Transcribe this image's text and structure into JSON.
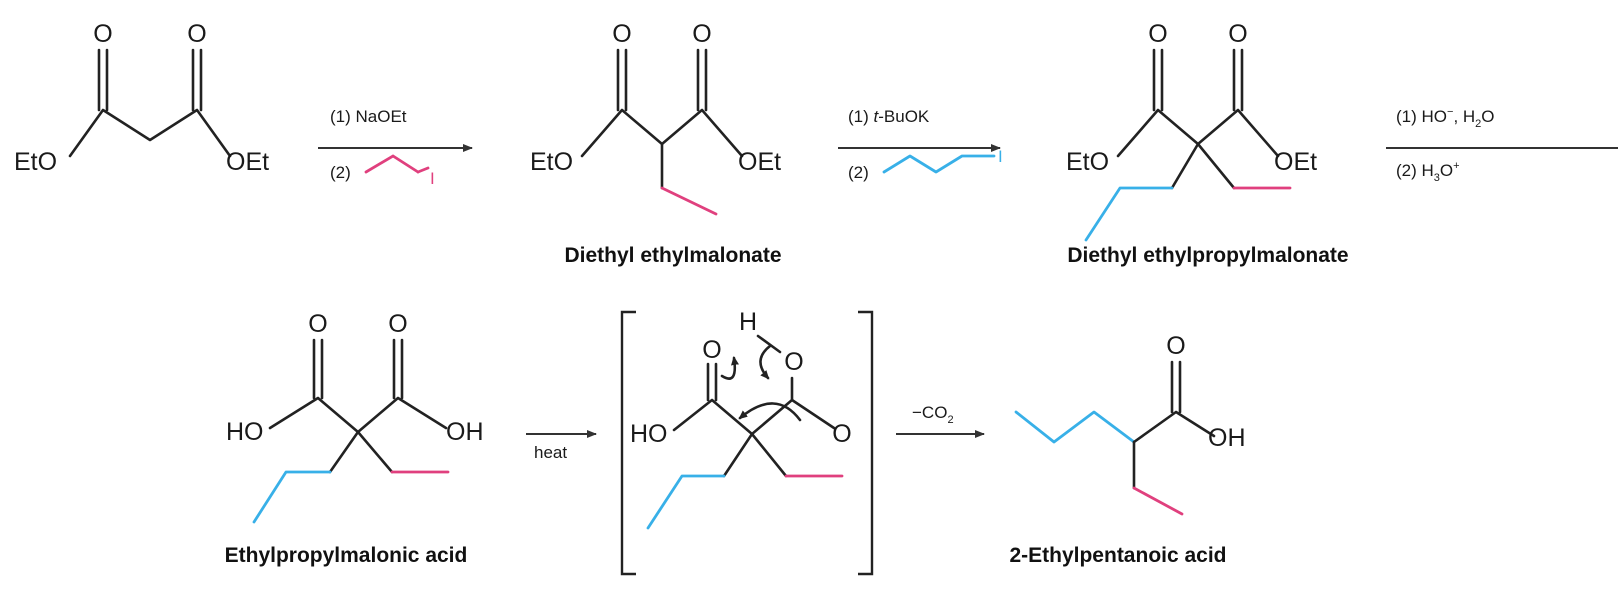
{
  "colors": {
    "ethyl": "#e0407e",
    "propyl": "#38b0e8",
    "bond": "#222222"
  },
  "atoms": {
    "ethoxy_left": "EtO",
    "ethoxy_right": "OEt",
    "oxygen": "O",
    "hydroxy_left": "HO",
    "hydroxy_right": "OH",
    "hydrogen": "H",
    "iodine": "I"
  },
  "steps": {
    "step1": {
      "line1": "(1) NaOEt",
      "line2": "(2)"
    },
    "step2": {
      "line1_prefix": "(1) ",
      "line1_italic": "t",
      "line1_rest": "-BuOK",
      "line2": "(2)"
    },
    "step3": {
      "line1_a": "(1) HO",
      "line1_b": "−",
      "line1_c": ", H",
      "line1_d": "2",
      "line1_e": "O",
      "line2_a": "(2) H",
      "line2_b": "3",
      "line2_c": "O",
      "line2_d": "+"
    },
    "step4": {
      "label": "heat"
    },
    "step5": {
      "label_a": "−CO",
      "label_b": "2"
    }
  },
  "compounds": {
    "ethylmalonate": "Diethyl ethylmalonate",
    "ethylpropylmalonate": "Diethyl ethylpropylmalonate",
    "malonic_acid": "Ethylpropylmalonic acid",
    "product": "2-Ethylpentanoic acid"
  }
}
